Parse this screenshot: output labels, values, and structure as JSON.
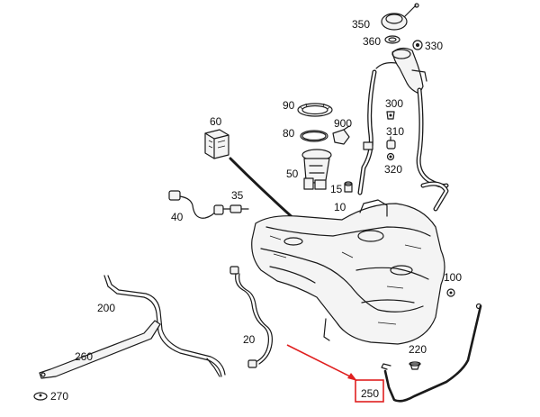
{
  "diagram": {
    "highlight_color": "#e02020",
    "highlighted_part": "250",
    "callouts": {
      "p350": "350",
      "p360": "360",
      "p330": "330",
      "p90": "90",
      "p300": "300",
      "p60": "60",
      "p900": "900",
      "p80": "80",
      "p310": "310",
      "p320": "320",
      "p50": "50",
      "p15": "15",
      "p35": "35",
      "p10": "10",
      "p40": "40",
      "p100": "100",
      "p200": "200",
      "p20": "20",
      "p220": "220",
      "p260": "260",
      "p250": "250",
      "p270": "270"
    }
  }
}
